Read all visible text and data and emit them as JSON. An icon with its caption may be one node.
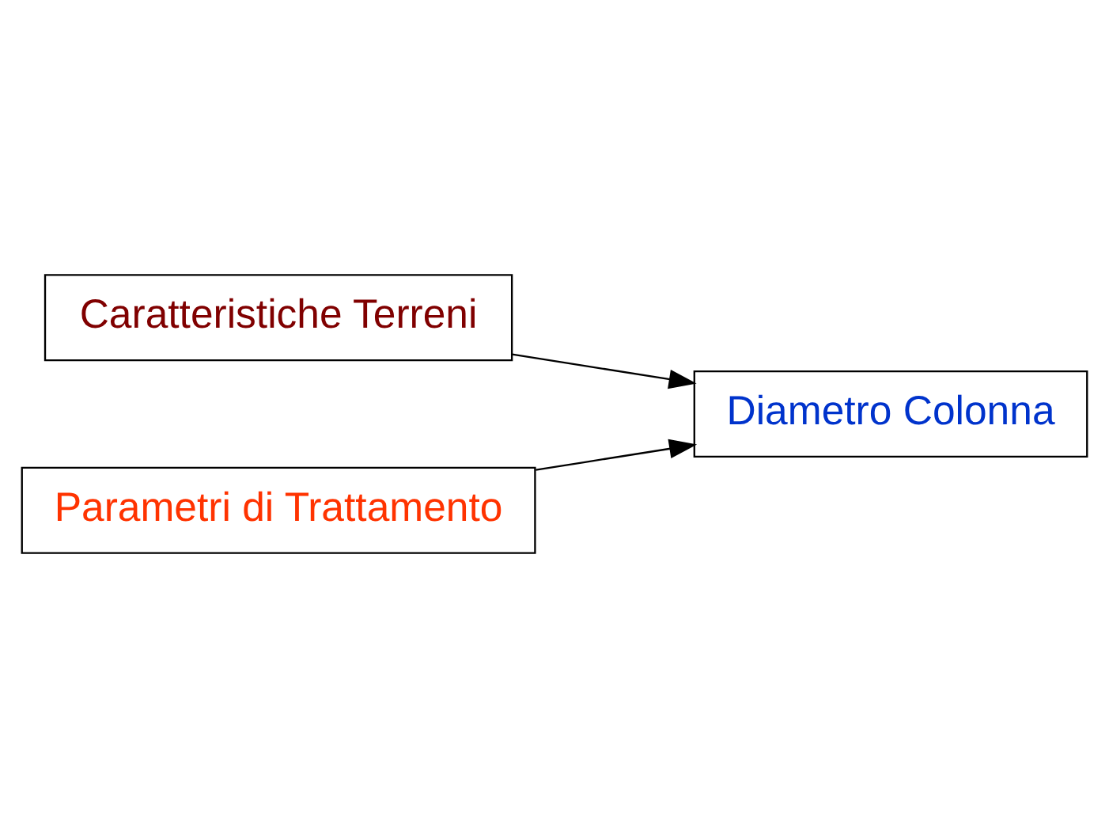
{
  "diagram": {
    "nodes": [
      {
        "text": [
          "Caratteristiche Terreni"
        ]
      },
      {
        "text": [
          "Diametro Colonna"
        ]
      },
      {
        "text": [
          "Parametri di Trattamento"
        ]
      }
    ],
    "edges": [
      {
        "from": 0,
        "to": 1,
        "arrow": "to"
      },
      {
        "from": 2,
        "to": 1,
        "arrow": "to"
      }
    ]
  }
}
